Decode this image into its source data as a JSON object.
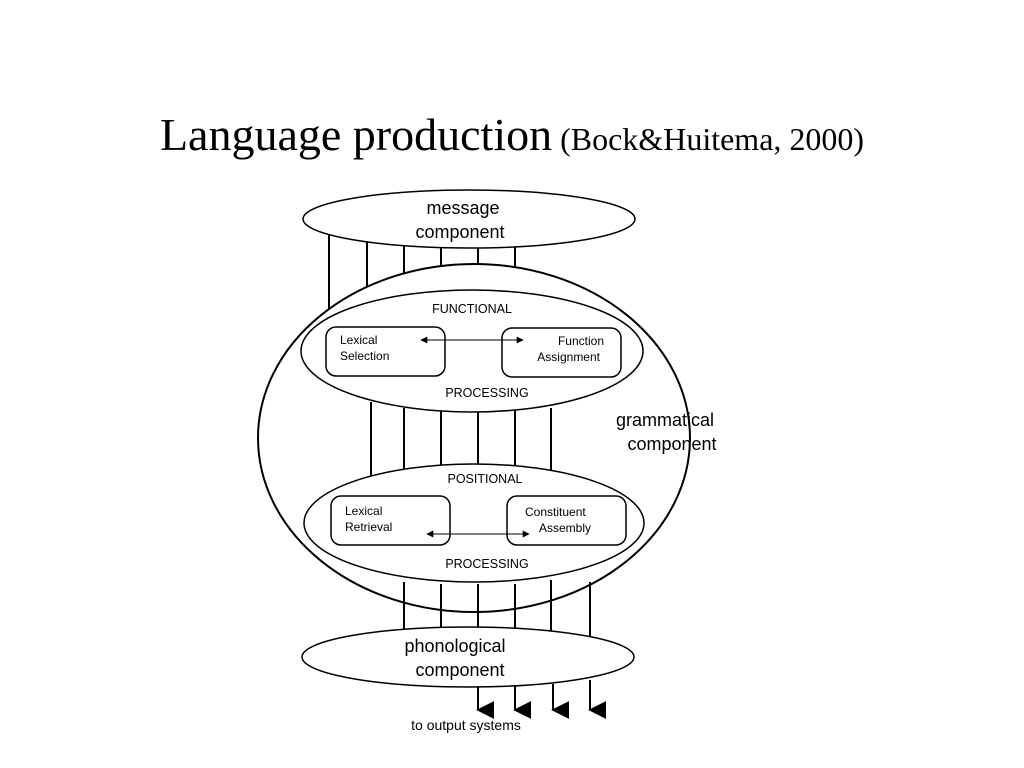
{
  "title": {
    "main": "Language production",
    "citation": "(Bock&Huitema, 2000)"
  },
  "diagram": {
    "message_component": [
      "message",
      "component"
    ],
    "grammatical_component": [
      "grammatical",
      "component"
    ],
    "phonological_component": [
      "phonological",
      "component"
    ],
    "functional": {
      "top_label": "FUNCTIONAL",
      "bottom_label": "PROCESSING",
      "left_box": [
        "Lexical",
        "Selection"
      ],
      "right_box": [
        "Function",
        "Assignment"
      ]
    },
    "positional": {
      "top_label": "POSITIONAL",
      "bottom_label": "PROCESSING",
      "left_box": [
        "Lexical",
        "Retrieval"
      ],
      "right_box": [
        "Constituent",
        "Assembly"
      ]
    },
    "output_label": "to output systems"
  }
}
